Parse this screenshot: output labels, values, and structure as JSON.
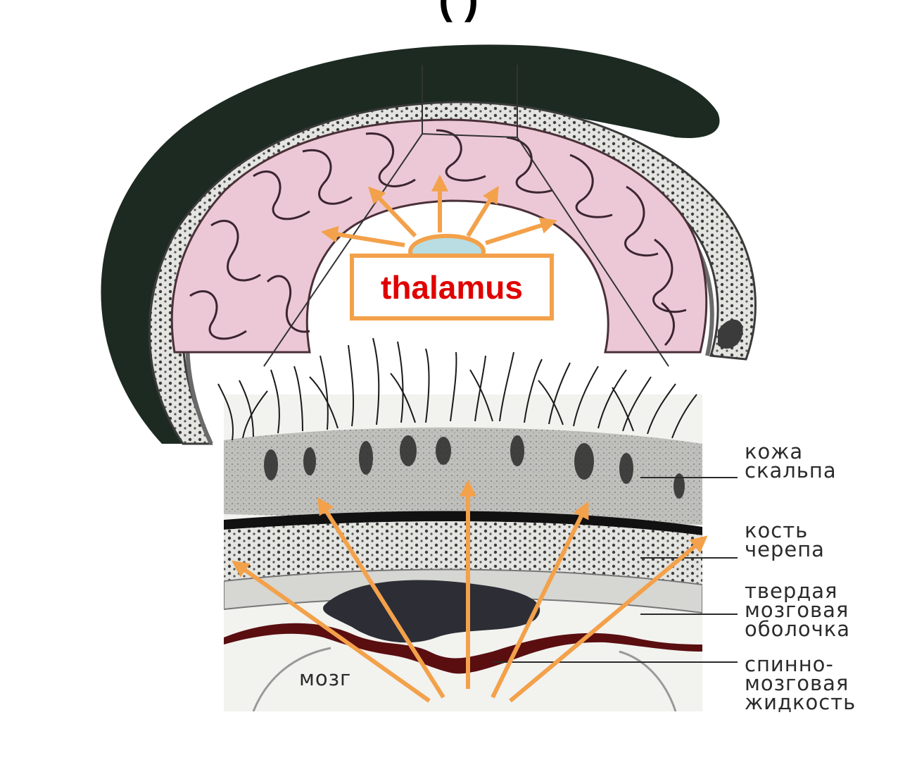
{
  "title_fragment": "(                )",
  "thalamus_label": "thalamus",
  "layer_labels": {
    "scalp": [
      "кожа",
      "скальпа"
    ],
    "skull": [
      "кость",
      "черепа"
    ],
    "dura": [
      "твердая",
      "мозговая",
      "оболочка"
    ],
    "csf": [
      "спинно-",
      "мозговая",
      "жидкость"
    ]
  },
  "brain_label": "мозг",
  "colors": {
    "arrow": "#f3a14a",
    "thalamus_text": "#e00000",
    "thalamus_fill": "#b9dde2",
    "cortex": "#ecc8d6",
    "scalp_dark": "#1d2a21",
    "vessel": "#5a0e10"
  }
}
